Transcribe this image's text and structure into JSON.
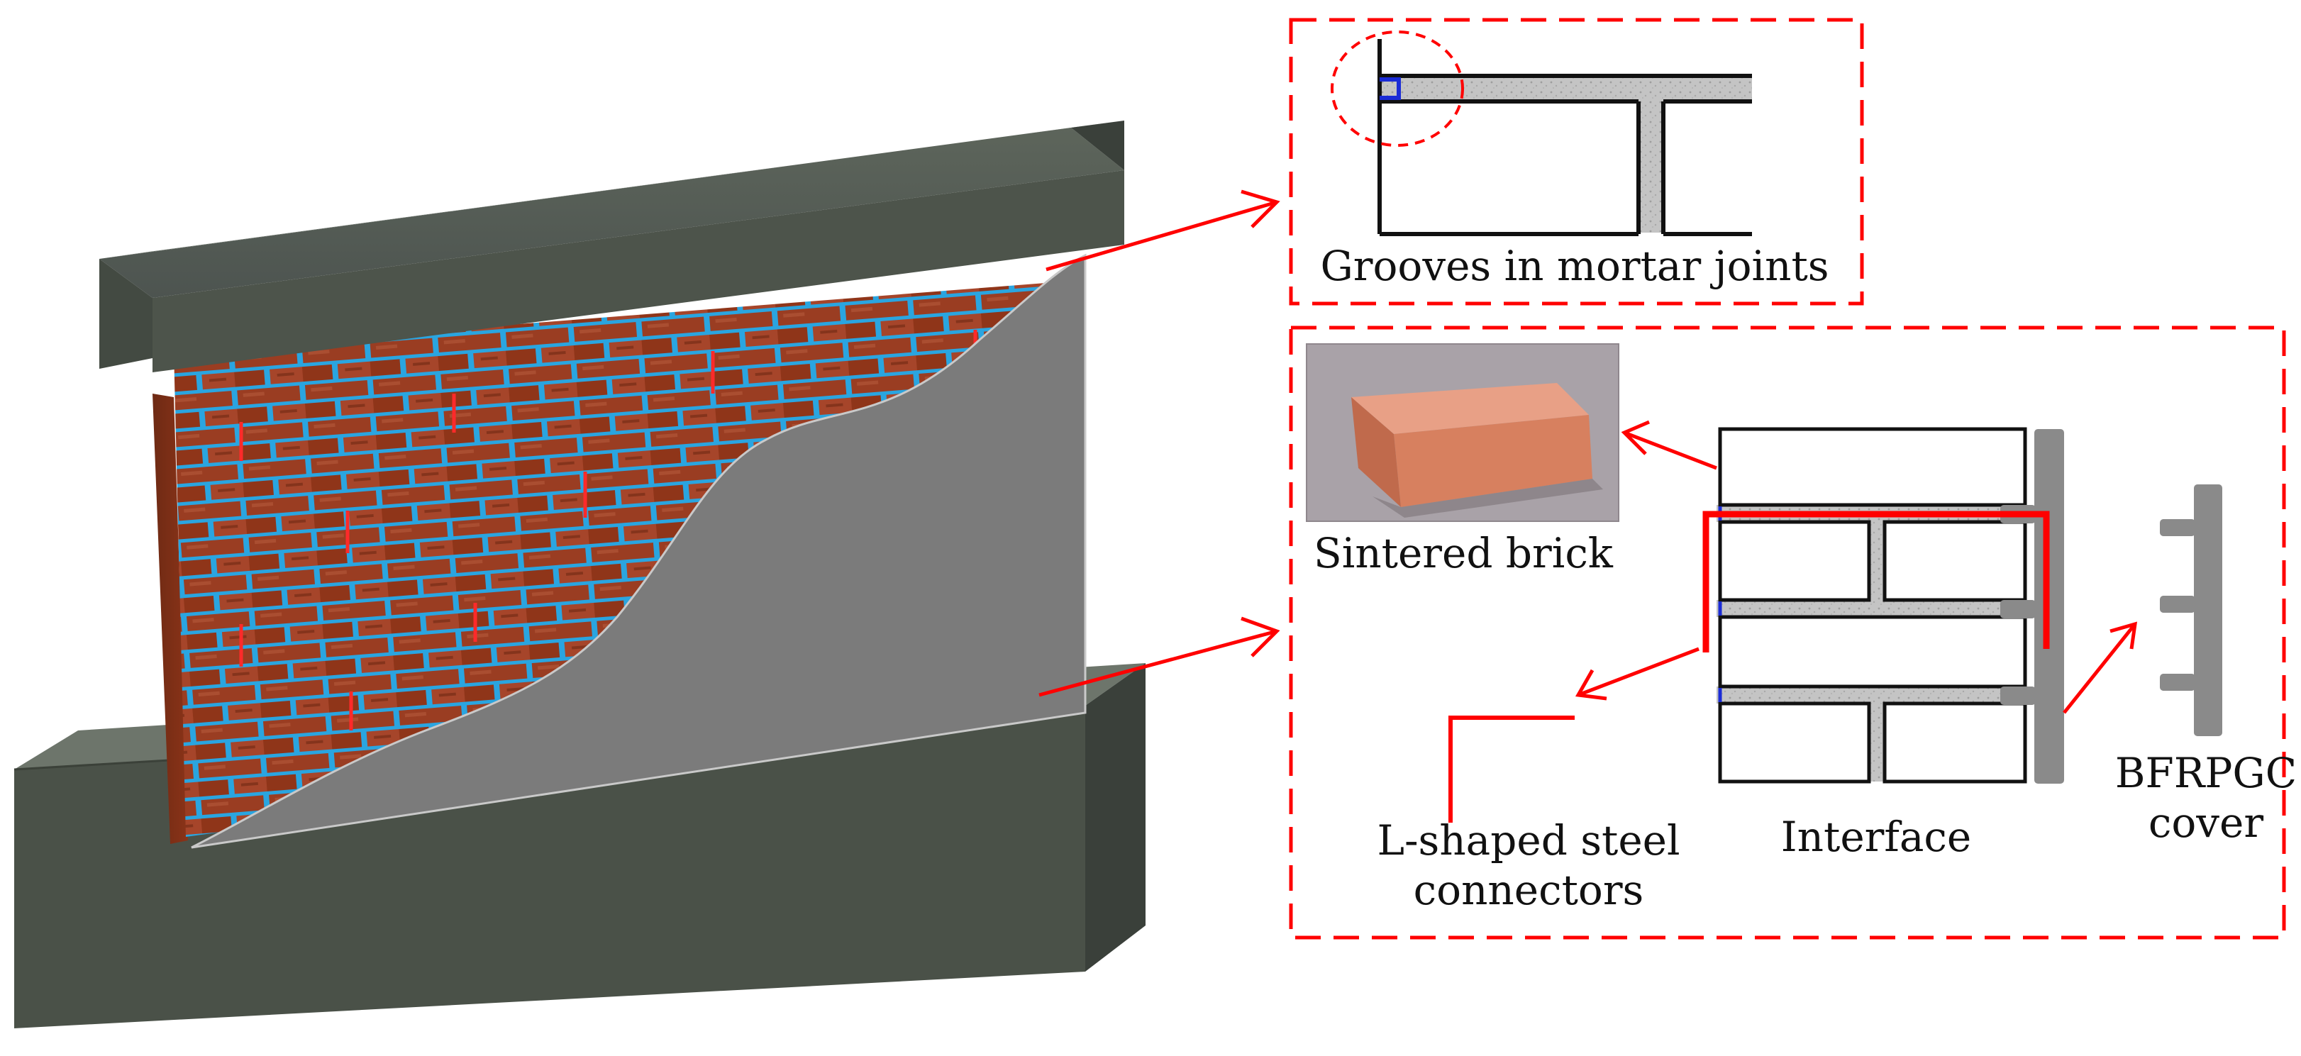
{
  "colors": {
    "concrete": "#4a5148",
    "brick": "#9a3d22",
    "mortar_groove": "#2aa5e0",
    "bfrpgc": "#8a8a8a",
    "callout": "#ff0000",
    "connector": "#ff0000",
    "groove_blue": "#1a2bd6"
  },
  "labels": {
    "grooves": "Grooves in mortar joints",
    "sintered_brick": "Sintered brick",
    "l_shaped_1": "L-shaped steel",
    "l_shaped_2": "connectors",
    "interface": "Interface",
    "bfrpgc_1": "BFRPGC",
    "bfrpgc_2": "cover"
  }
}
